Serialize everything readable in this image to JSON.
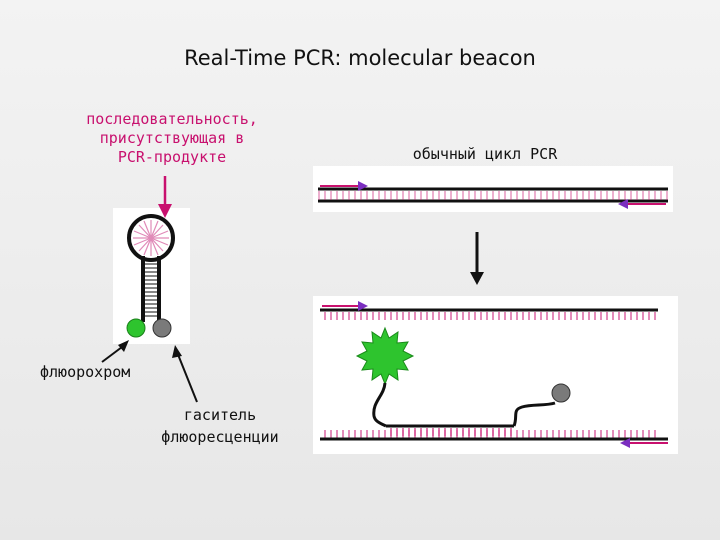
{
  "title": "Real-Time PCR: molecular beacon",
  "labels": {
    "sequence_in_product": "последовательность,\nприсутствующая в\nPCR-продукте",
    "normal_pcr_cycle": "обычный цикл PCR",
    "fluorophore": "флюорохром",
    "quencher": "гаситель\nфлюоресценции"
  },
  "colors": {
    "magenta": "#c8106e",
    "fluorophore_green": "#2ec42e",
    "quencher_gray": "#7a7a7a",
    "strand": "#111111"
  }
}
